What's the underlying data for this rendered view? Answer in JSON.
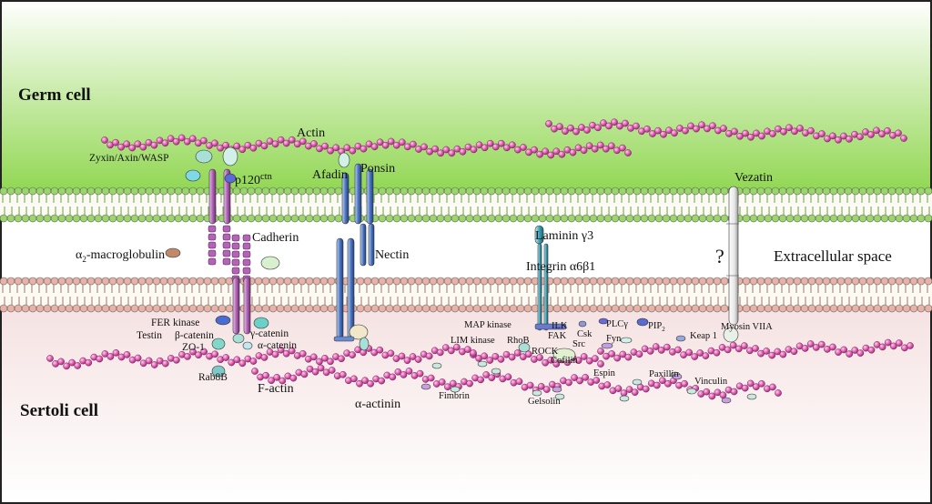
{
  "regions": {
    "germ_cell": "Germ cell",
    "sertoli_cell": "Sertoli cell",
    "extracellular": "Extracellular space"
  },
  "labels": {
    "actin": "Actin",
    "zyxin": "Zyxin/Axin/WASP",
    "p120": "p120",
    "p120_sup": "ctn",
    "afadin": "Afadin",
    "ponsin": "Ponsin",
    "vezatin": "Vezatin",
    "a2_macro_alpha": "α",
    "a2_macro_sub": "2",
    "a2_macro_rest": "-macroglobulin",
    "cadherin": "Cadherin",
    "nectin": "Nectin",
    "laminin": "Laminin γ3",
    "integrin": "Integrin α6β1",
    "question": "?",
    "fer_kinase": "FER kinase",
    "testin": "Testin",
    "beta_catenin": "β-catenin",
    "gamma_catenin": "γ-catenin",
    "alpha_catenin": "α-catenin",
    "zo1": "ZO-1",
    "rab8b": "Rab8B",
    "f_actin": "F-actin",
    "alpha_actinin": "α-actinin",
    "fimbrin": "Fimbrin",
    "gelsolin": "Gelsolin",
    "map_kinase": "MAP kinase",
    "lim_kinase": "LIM kinase",
    "rhob": "RhoB",
    "ilk": "ILK",
    "fak": "FAK",
    "csk": "Csk",
    "src": "Src",
    "rock": "ROCK",
    "cofilin": "Cofilin",
    "plcg": "PLCγ",
    "pip2": "PIP",
    "pip2_sub": "2",
    "fyn": "Fyn",
    "myosin": "Myosin VIIA",
    "keap1": "Keap 1",
    "espin": "Espin",
    "paxillin": "Paxillin",
    "vinculin": "Vinculin"
  },
  "colors": {
    "germ_top": "#ffffff",
    "germ_bottom": "#8fd64f",
    "sertoli_top": "#f4dede",
    "sertoli_bottom": "#ffffff",
    "germ_membrane_head": "#9bd66a",
    "sertoli_membrane_head": "#e8b2a6",
    "actin_bead": "#e05fb0",
    "cadherin": "#b463b8",
    "nectin": "#4d78c4",
    "integrin": "#3ba3b8"
  }
}
